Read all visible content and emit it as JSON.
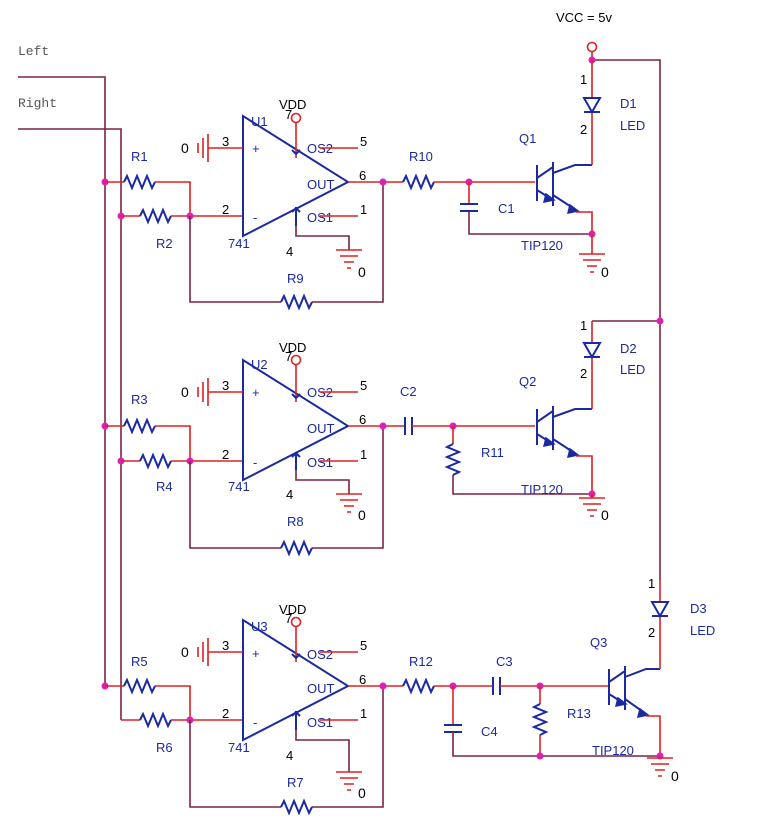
{
  "inputs": {
    "left": "Left",
    "right": "Right"
  },
  "supply": {
    "vcc": "VCC = 5v",
    "vdd": "VDD",
    "gnd": "0"
  },
  "opamp": {
    "model": "741",
    "pin_plus": "+",
    "pin_minus": "-",
    "pin_out": "OUT",
    "pin_os1": "OS1",
    "pin_os2": "OS2",
    "n1": "1",
    "n2": "2",
    "n3": "3",
    "n4": "4",
    "n5": "5",
    "n6": "6",
    "n7": "7"
  },
  "stages": [
    {
      "opamp": "U1",
      "r_a": "R1",
      "r_b": "R2",
      "r_fb": "R9",
      "r_out": "R10",
      "cap": "C1",
      "transistor": "Q1",
      "transistor_model": "TIP120",
      "led": "D1",
      "led_label": "LED"
    },
    {
      "opamp": "U2",
      "r_a": "R3",
      "r_b": "R4",
      "r_fb": "R8",
      "cap_series": "C2",
      "r_shunt": "R11",
      "transistor": "Q2",
      "transistor_model": "TIP120",
      "led": "D2",
      "led_label": "LED"
    },
    {
      "opamp": "U3",
      "r_a": "R5",
      "r_b": "R6",
      "r_fb": "R7",
      "r_out": "R12",
      "cap_series": "C3",
      "cap_shunt": "C4",
      "r_shunt": "R13",
      "transistor": "Q3",
      "transistor_model": "TIP120",
      "led": "D3",
      "led_label": "LED"
    }
  ],
  "diode_pins": {
    "anode": "1",
    "cathode": "2"
  }
}
